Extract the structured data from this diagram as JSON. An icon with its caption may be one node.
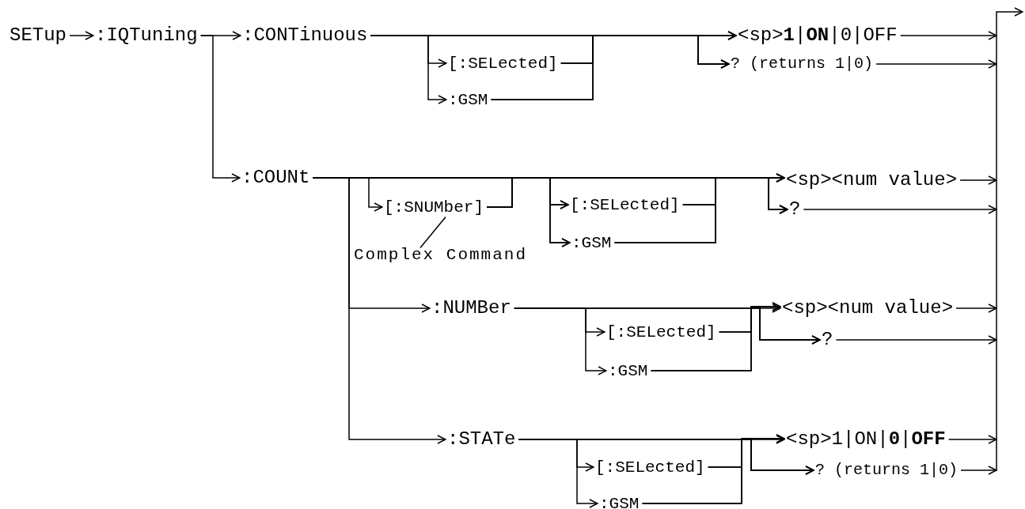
{
  "diagram": {
    "nodes": [
      {
        "text": [
          "SETup"
        ]
      },
      {
        "text": [
          ":IQTuning"
        ]
      },
      {
        "text": [
          ":CONTinuous"
        ]
      },
      {
        "text": [
          "[:SELected]"
        ]
      },
      {
        "text": [
          ":GSM"
        ]
      },
      {
        "text": [
          "<sp>**1**|**ON**|0|OFF"
        ]
      },
      {
        "text": [
          "? (returns 1|0)"
        ]
      },
      {
        "text": [
          ":COUNt"
        ]
      },
      {
        "text": [
          "[:SNUMber]"
        ]
      },
      {
        "text": [
          "Complex Command"
        ]
      },
      {
        "text": [
          "[:SELected]"
        ]
      },
      {
        "text": [
          ":GSM"
        ]
      },
      {
        "text": [
          "<sp><num value>"
        ]
      },
      {
        "text": [
          "?"
        ]
      },
      {
        "text": [
          ":NUMBer"
        ]
      },
      {
        "text": [
          "[:SELected]"
        ]
      },
      {
        "text": [
          ":GSM"
        ]
      },
      {
        "text": [
          "<sp><num value>"
        ]
      },
      {
        "text": [
          "?"
        ]
      },
      {
        "text": [
          ":STATe"
        ]
      },
      {
        "text": [
          "[:SELected]"
        ]
      },
      {
        "text": [
          ":GSM"
        ]
      },
      {
        "text": [
          "<sp>1|ON|**0**|**OFF**"
        ]
      },
      {
        "text": [
          "? (returns 1|0)"
        ]
      }
    ],
    "edges": [
      {
        "from": 0,
        "to": 1,
        "arrow": "to"
      },
      {
        "from": 1,
        "to": 2,
        "arrow": "to"
      },
      {
        "from": 1,
        "to": 7,
        "arrow": "to"
      },
      {
        "from": 2,
        "to": 3,
        "arrow": "to"
      },
      {
        "from": 2,
        "to": 4,
        "arrow": "to"
      },
      {
        "from": 2,
        "to": 5,
        "arrow": "to"
      },
      {
        "from": 2,
        "to": 6,
        "arrow": "to"
      },
      {
        "from": 3,
        "to": 5,
        "arrow": "to"
      },
      {
        "from": 3,
        "to": 6,
        "arrow": "to"
      },
      {
        "from": 4,
        "to": 5,
        "arrow": "to"
      },
      {
        "from": 4,
        "to": 6,
        "arrow": "to"
      },
      {
        "from": 5,
        "to": null,
        "arrow": "to"
      },
      {
        "from": 6,
        "to": null,
        "arrow": "to"
      },
      {
        "from": 7,
        "to": 8,
        "arrow": "to"
      },
      {
        "from": 7,
        "to": 10,
        "arrow": "to"
      },
      {
        "from": 7,
        "to": 11,
        "arrow": "to"
      },
      {
        "from": 7,
        "to": 12,
        "arrow": "to"
      },
      {
        "from": 7,
        "to": 13,
        "arrow": "to"
      },
      {
        "from": 8,
        "to": 10,
        "arrow": "to"
      },
      {
        "from": 8,
        "to": 11,
        "arrow": "to"
      },
      {
        "from": 8,
        "to": 12,
        "arrow": "to"
      },
      {
        "from": 8,
        "to": 13,
        "arrow": "to"
      },
      {
        "from": 9,
        "to": 8,
        "arrow": "none"
      },
      {
        "from": 10,
        "to": 12,
        "arrow": "to"
      },
      {
        "from": 10,
        "to": 13,
        "arrow": "to"
      },
      {
        "from": 11,
        "to": 12,
        "arrow": "to"
      },
      {
        "from": 11,
        "to": 13,
        "arrow": "to"
      },
      {
        "from": 12,
        "to": null,
        "arrow": "to"
      },
      {
        "from": 13,
        "to": null,
        "arrow": "to"
      },
      {
        "from": 7,
        "to": 14,
        "arrow": "to"
      },
      {
        "from": 7,
        "to": 19,
        "arrow": "to"
      },
      {
        "from": 14,
        "to": 15,
        "arrow": "to"
      },
      {
        "from": 14,
        "to": 16,
        "arrow": "to"
      },
      {
        "from": 14,
        "to": 17,
        "arrow": "to"
      },
      {
        "from": 14,
        "to": 18,
        "arrow": "to"
      },
      {
        "from": 15,
        "to": 17,
        "arrow": "to"
      },
      {
        "from": 15,
        "to": 18,
        "arrow": "to"
      },
      {
        "from": 16,
        "to": 17,
        "arrow": "to"
      },
      {
        "from": 16,
        "to": 18,
        "arrow": "to"
      },
      {
        "from": 17,
        "to": null,
        "arrow": "to"
      },
      {
        "from": 18,
        "to": null,
        "arrow": "to"
      },
      {
        "from": 19,
        "to": 20,
        "arrow": "to"
      },
      {
        "from": 19,
        "to": 21,
        "arrow": "to"
      },
      {
        "from": 19,
        "to": 22,
        "arrow": "to"
      },
      {
        "from": 19,
        "to": 23,
        "arrow": "to"
      },
      {
        "from": 20,
        "to": 22,
        "arrow": "to"
      },
      {
        "from": 20,
        "to": 23,
        "arrow": "to"
      },
      {
        "from": 21,
        "to": 22,
        "arrow": "to"
      },
      {
        "from": 21,
        "to": 23,
        "arrow": "to"
      },
      {
        "from": 22,
        "to": null,
        "arrow": "to"
      },
      {
        "from": 23,
        "to": null,
        "arrow": "to"
      }
    ]
  }
}
